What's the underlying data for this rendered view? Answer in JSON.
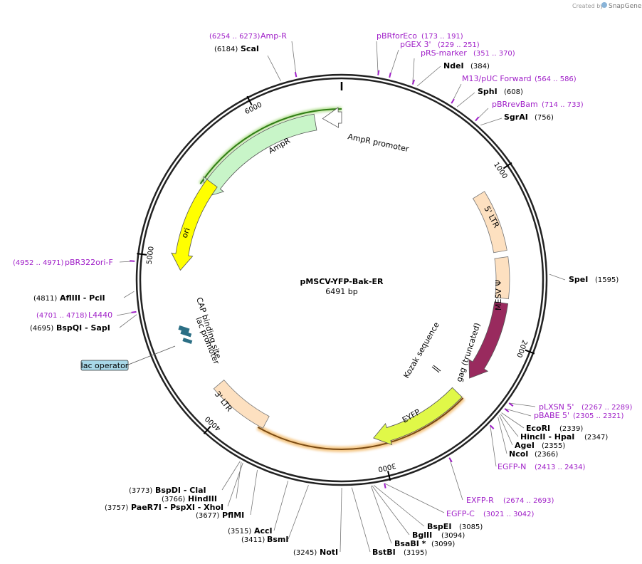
{
  "plasmid": {
    "name": "pMSCV-YFP-Bak-ER",
    "length_label": "6491 bp",
    "length": 6491
  },
  "credit": {
    "prefix": "Created by",
    "brand": "SnapGene"
  },
  "ticks": [
    {
      "pos": 1000,
      "label": "1000"
    },
    {
      "pos": 2000,
      "label": "2000"
    },
    {
      "pos": 3000,
      "label": "3000"
    },
    {
      "pos": 4000,
      "label": "4000"
    },
    {
      "pos": 5000,
      "label": "5000"
    },
    {
      "pos": 6000,
      "label": "6000"
    }
  ],
  "features": [
    {
      "id": "ampr",
      "label": "AmpR",
      "color": "#c8f5c8"
    },
    {
      "id": "ampr-promoter",
      "label": "AmpR promoter",
      "color": "#ffffff"
    },
    {
      "id": "ori",
      "label": "ori",
      "color": "#ffff00"
    },
    {
      "id": "ltr5",
      "label": "5' LTR",
      "color": "#fde0c0"
    },
    {
      "id": "mesv",
      "label": "MESV Ψ",
      "color": "#fde0c0"
    },
    {
      "id": "gag",
      "label": "gag (truncated)",
      "color": "#992a5e"
    },
    {
      "id": "kozak",
      "label": "Kozak sequence",
      "color": "#000000"
    },
    {
      "id": "eyfp",
      "label": "EYFP",
      "color": "#e0f848"
    },
    {
      "id": "ltr3",
      "label": "3' LTR",
      "color": "#fde0c0"
    },
    {
      "id": "lac-promoter",
      "label": "lac promoter",
      "color": "#2b6f85"
    },
    {
      "id": "cap-site",
      "label": "CAP binding site",
      "color": "#2b6f85"
    },
    {
      "id": "lac-operator",
      "label": "lac operator",
      "color": "#a8d8e8"
    }
  ],
  "sites": [
    {
      "name": "ScaI",
      "pos": "(6184)"
    },
    {
      "name": "NdeI",
      "pos": "(384)"
    },
    {
      "name": "SphI",
      "pos": "(608)"
    },
    {
      "name": "SgrAI",
      "pos": "(756)"
    },
    {
      "name": "SpeI",
      "pos": "(1595)"
    },
    {
      "name": "EcoRI",
      "pos": "(2339)"
    },
    {
      "name": "HincII  - HpaI",
      "pos": "(2347)"
    },
    {
      "name": "AgeI",
      "pos": "(2355)"
    },
    {
      "name": "NcoI",
      "pos": "(2366)"
    },
    {
      "name": "BspEI",
      "pos": "(3085)"
    },
    {
      "name": "BglII",
      "pos": "(3094)"
    },
    {
      "name": "BsaBI *",
      "pos": "(3099)"
    },
    {
      "name": "BstBI",
      "pos": "(3195)"
    },
    {
      "name": "NotI",
      "pos": "(3245)"
    },
    {
      "name": "BsmI",
      "pos": "(3411)"
    },
    {
      "name": "AccI",
      "pos": "(3515)"
    },
    {
      "name": "PflMI",
      "pos": "(3677)"
    },
    {
      "name": "PaeR7I  - PspXI  - XhoI",
      "pos": "(3757)"
    },
    {
      "name": "HindIII",
      "pos": "(3766)"
    },
    {
      "name": "BspDI  - ClaI",
      "pos": "(3773)"
    },
    {
      "name": "BspQI  - SapI",
      "pos": "(4695)"
    },
    {
      "name": "AflIII  - PciI",
      "pos": "(4811)"
    }
  ],
  "primers": [
    {
      "name": "Amp-R",
      "pos": "(6254 .. 6273)"
    },
    {
      "name": "pBRforEco",
      "pos": "(173 .. 191)"
    },
    {
      "name": "pGEX 3'",
      "pos": "(229 .. 251)"
    },
    {
      "name": "pRS-marker",
      "pos": "(351 .. 370)"
    },
    {
      "name": "M13/pUC Forward",
      "pos": "(564 .. 586)"
    },
    {
      "name": "pBRrevBam",
      "pos": "(714 .. 733)"
    },
    {
      "name": "pLXSN 5'",
      "pos": "(2267 .. 2289)"
    },
    {
      "name": "pBABE 5'",
      "pos": "(2305 .. 2321)"
    },
    {
      "name": "EGFP-N",
      "pos": "(2413 .. 2434)"
    },
    {
      "name": "EXFP-R",
      "pos": "(2674 .. 2693)"
    },
    {
      "name": "EGFP-C",
      "pos": "(3021 .. 3042)"
    },
    {
      "name": "pBR322ori-F",
      "pos": "(4952 .. 4971)"
    },
    {
      "name": "L4440",
      "pos": "(4701 .. 4718)"
    }
  ]
}
